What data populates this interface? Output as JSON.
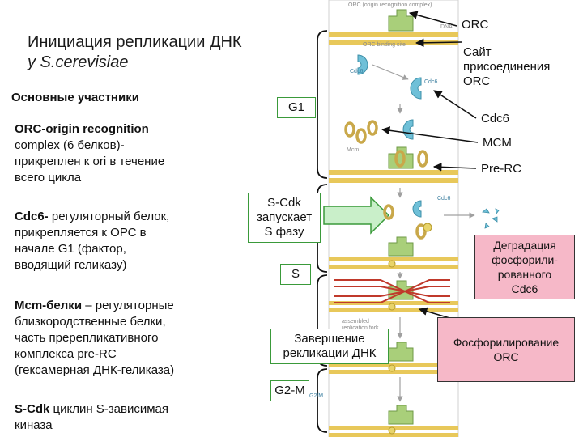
{
  "slide": {
    "title_lines": [
      "Инициация репликации ДНК",
      "у S.cerevisiae"
    ],
    "subtitle": "Основные участники",
    "blocks": [
      {
        "term": "ORC-origin recognition",
        "text": "complex (6 белков)-\nприкреплен к ori в течение\nвсего цикла"
      },
      {
        "term": "Cdc6-",
        "text": "регуляторный белок,\nприкрепляется к ОРС в\nначале G1 (фактор,\nвводящий геликазу)"
      },
      {
        "term": "Mcm-белки",
        "text": "– регуляторные\nблизкородственные белки,\nчасть пререпликативного\nкомплекса pre-RC\n(гексамерная ДНК-геликаза)"
      },
      {
        "term": "S-Cdk",
        "text": "циклин S-зависимая\nкиназа"
      }
    ]
  },
  "phases": {
    "g1": "G1",
    "s_cdk": "S-Cdk\nзапускает\nS фазу",
    "s": "S",
    "completion": "Завершение\nрекликации ДНК",
    "g2m": "G2-M"
  },
  "labels": {
    "orc": "ORC",
    "orc_site": "Сайт\nприсоединения\nORC",
    "cdc6": "Cdc6",
    "mcm": "MCM",
    "pre_rc": "Pre-RC",
    "degradation": "Деградация\nфосфорили-\nрованного\nCdc6",
    "phosphorylation": "Фосфорилирование\nORC"
  },
  "figure_text": {
    "top_caption": "ORC (origin recognition complex)",
    "dna": "DNA",
    "orc_binding_site": "ORC binding site",
    "cdc6_free": "Cdc6",
    "cdc6_bound": "Cdc6",
    "mcm": "Mcm",
    "cdc6_right": "Cdc6",
    "replication_fork": "assembled\nreplication fork",
    "g2m_small": "G2/M"
  },
  "colors": {
    "green_box_border": "#3a9a3a",
    "pink_box": "#f6b8c8",
    "dna": "#e8c85a",
    "orc": "#a9cf7a",
    "cdc6": "#6fc0d8",
    "mcm": "#c9a84a",
    "phospho": "#e8d46a",
    "fork": "#c0392b"
  }
}
